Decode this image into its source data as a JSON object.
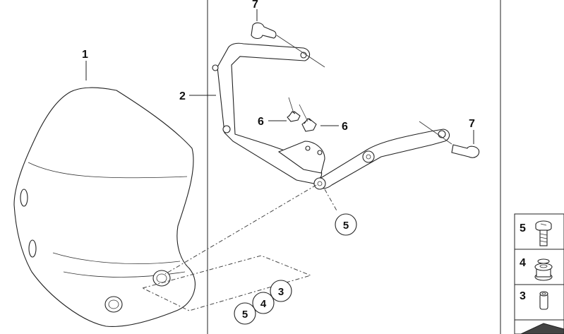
{
  "diagram": {
    "callouts": {
      "windscreen": "1",
      "bracket": "2",
      "clip_left": "6",
      "clip_right": "6",
      "bolt_top": "7",
      "bolt_right": "7",
      "circle_bracket": "5",
      "circle_a": "5",
      "circle_b": "4",
      "circle_c": "3"
    },
    "legend": [
      {
        "label": "5"
      },
      {
        "label": "4"
      },
      {
        "label": "3"
      }
    ]
  }
}
